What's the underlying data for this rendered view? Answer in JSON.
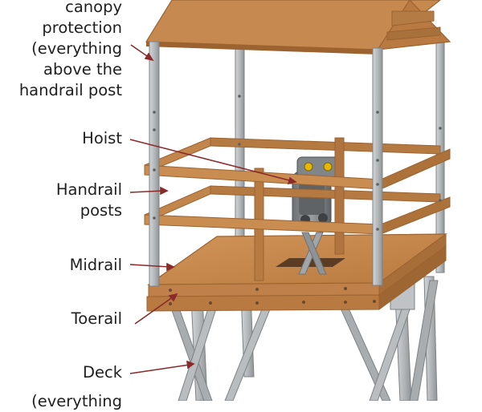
{
  "labels": {
    "canopy": "canopy\nprotection\n(everything\nabove the\nhandrail post",
    "hoist": "Hoist",
    "handrail_posts": "Handrail\nposts",
    "midrail": "Midrail",
    "toerail": "Toerail",
    "deck": "Deck",
    "below": "(everything"
  },
  "colors": {
    "wood": "#c4864a",
    "wood_dark": "#9c6330",
    "steel": "#b9bdc0",
    "steel_dark": "#8e9396",
    "leader": "#8b2a2a",
    "text": "#1f1f1f"
  }
}
